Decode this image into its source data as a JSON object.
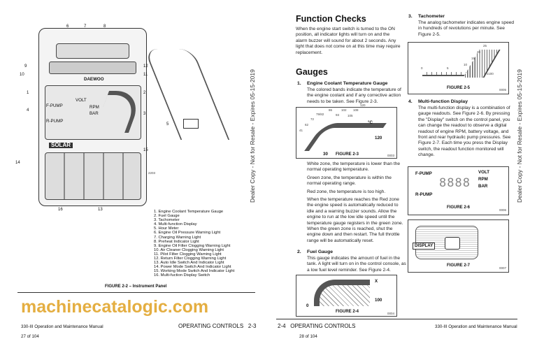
{
  "left_page": {
    "callouts": [
      "6",
      "7",
      "8",
      "9",
      "10",
      "12",
      "11",
      "1",
      "2",
      "4",
      "3",
      "5",
      "15",
      "14",
      "16",
      "13"
    ],
    "panel_labels": {
      "brand": "DAEWOO",
      "fpump": "F-PUMP",
      "rpm": "RPM",
      "volt": "VOLT",
      "bar": "BAR",
      "rpump": "R-PUMP",
      "solar": "SOLAR"
    },
    "figure_code": "2203",
    "legend": [
      "1. Engine Coolant Temperature Gauge",
      "2. Fuel Gauge",
      "3. Tachometer",
      "4. Multi-function Display",
      "5. Hour Meter",
      "6. Engine Oil Pressure Warning Light",
      "7. Charging Warning Light",
      "8. Preheat Indicator Light",
      "9. Engine Oil Filter Clogging Warning Light",
      "10. Air Cleaner Clogging Warning Light",
      "11. Pilot Filter Clogging Warning Light",
      "12. Return Filter Clogging Warning Light",
      "13. Auto Idle Switch And Indicator Light",
      "14. Power Mode Switch And Indicator Light",
      "15. Working Mode Switch And Indicator Light",
      "16. Multi-fuction Display Switch"
    ],
    "figure_caption": "FIGURE 2-2 – Instrument Panel",
    "footer_left": "330-III Operation and Maintenance Manual",
    "footer_right": "OPERATING CONTROLS   2-3",
    "page_num": "27 of 104",
    "side_stamp": "Dealer Copy - Not for Resale - Expires 05-15-2019"
  },
  "right_page": {
    "h_function": "Function Checks",
    "p_function": "When the engine start switch is turned to the ON position, all indicator lights will turn on and the alarm buzzer will sound for about 2 seconds. Any light that does not come on at this time may require replacement.",
    "h_gauges": "Gauges",
    "items": [
      {
        "num": "1.",
        "title": "Engine Coolant Temperature Gauge",
        "text": "The colored bands indicate the temperature of the engine coolant and if any corrective action needs to be taken. See Figure 2-3."
      },
      {
        "num": "2.",
        "title": "Fuel Gauge",
        "text": "This gauge indicates the amount of fuel in the tank. A light will turn on in the control console, as a low fuel level reminder. See Figure 2-4."
      },
      {
        "num": "3.",
        "title": "Tachometer",
        "text": "The analog tachometer indicates engine speed in hundreds of revolutions per minute. See Figure 2-5."
      },
      {
        "num": "4.",
        "title": "Multi-function Display",
        "text": "The multi-function display is a combination of gauge readouts. See Figure 2-6. By pressing the \"Display\" switch on the control panel, you can change the readout to observe a digital readout of engine RPM, battery voltage, and front and rear hydraulic pump pressures. See Figure 2-7. Each time you press the Display switch, the readout function monitored will change."
      }
    ],
    "temp_ticks": [
      "41",
      "62",
      "72",
      "79/82",
      "86",
      "93",
      "102",
      "105",
      "108",
      "120"
    ],
    "temp_unit": "°C",
    "temp_low": "30",
    "temp_high": "120",
    "zones": [
      "White zone, the temperature is lower than the normal operating temperature.",
      "Green zone, the temperature is within the normal operating range.",
      "Red zone, the temperature is too high.",
      "When the temperature reaches the Red zone the engine speed is automatically reduced to idle and a warning buzzer sounds. Allow the engine to run at the low idle speed until the temperature gauge registers in the green zone. When the green zone is reached, shut the engine down and then restart. The full throttle range will be automatically reset."
    ],
    "figures": {
      "f23": {
        "label": "FIGURE 2-3",
        "code": "0003"
      },
      "f24": {
        "label": "FIGURE 2-4",
        "code": "0004",
        "marks": [
          "X",
          "100",
          "0"
        ]
      },
      "f25": {
        "label": "FIGURE 2-5",
        "code": "0005",
        "marks": [
          "0",
          "5",
          "10",
          "15",
          "20",
          "25",
          "x100"
        ]
      },
      "f26": {
        "label": "FIGURE 2-6",
        "code": "0006",
        "fpump": "F-PUMP",
        "volt": "VOLT",
        "rpm": "RPM",
        "bar": "BAR",
        "rpump": "R-PUMP"
      },
      "f27": {
        "label": "FIGURE 2-7",
        "code": "0007",
        "display": "DISPLAY"
      }
    },
    "footer_left": "2-4   OPERATING CONTROLS",
    "footer_right": "330-III Operation and Maintenance Manual",
    "page_num": "28 of 104",
    "side_stamp": "Dealer Copy - Not for Resale - Expires 05-15-2019"
  },
  "watermark": "machinecatalogic.com"
}
